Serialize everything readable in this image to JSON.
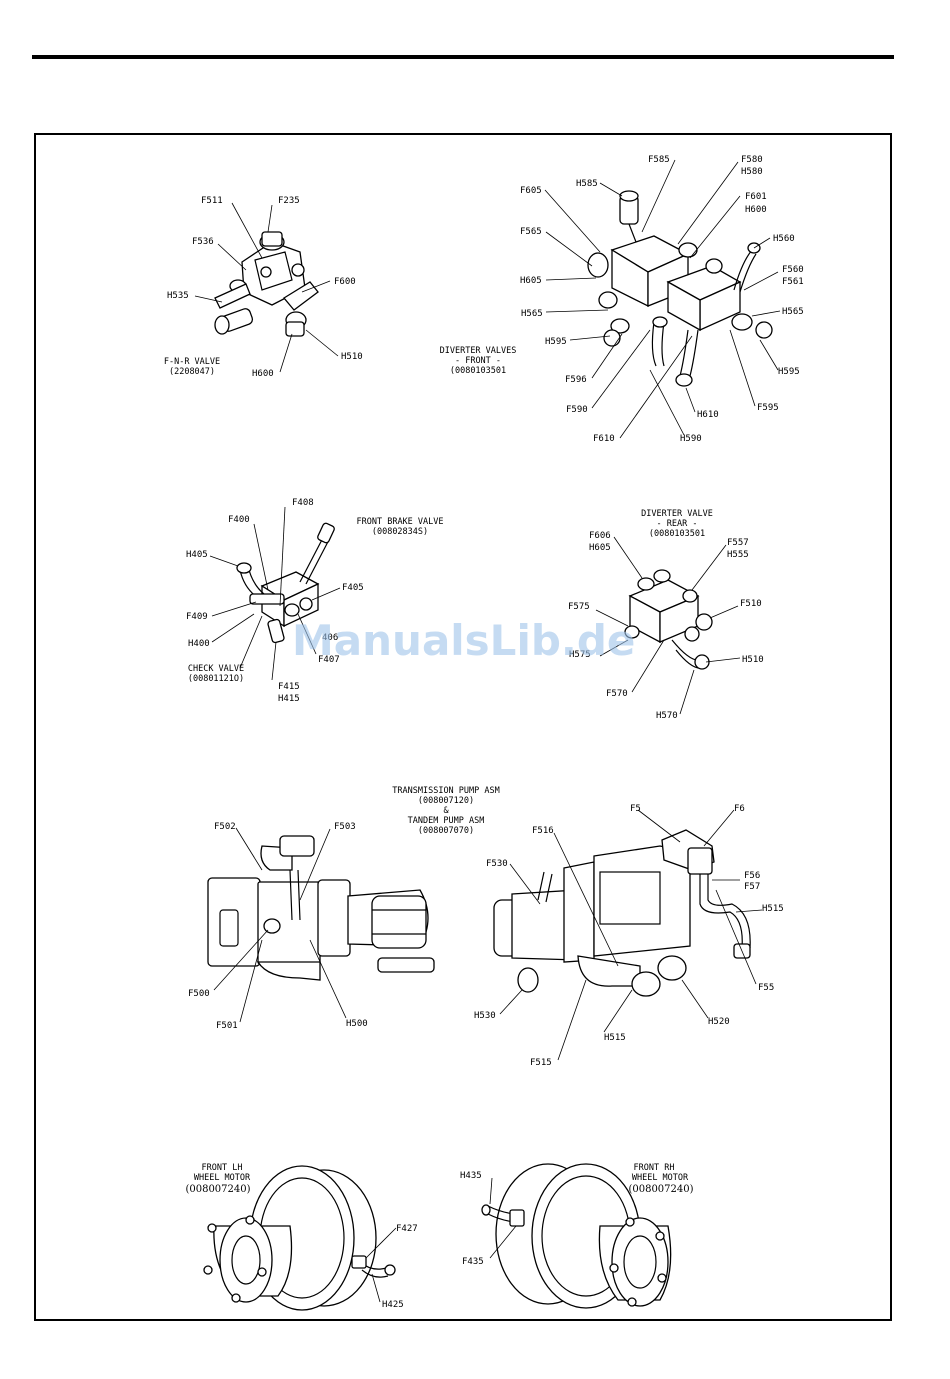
{
  "watermark": "ManualsLib.de",
  "titles": {
    "fnr_valve": [
      "F-N-R VALVE",
      "(2208047)"
    ],
    "diverter_front": [
      "DIVERTER VALVES",
      "- FRONT -",
      "(0080103501"
    ],
    "front_brake": [
      "FRONT BRAKE VALVE",
      "(00802834S)"
    ],
    "diverter_rear": [
      "DIVERTER VALVE",
      "- REAR -",
      "(0080103501"
    ],
    "check_valve": [
      "CHECK VALVE",
      "(00801121O)"
    ],
    "pump": [
      "TRANSMISSION PUMP ASM",
      "(008007120)",
      "&",
      "TANDEM PUMP ASM",
      "(008007070)"
    ],
    "wheel_lh": [
      "FRONT LH",
      "WHEEL MOTOR",
      "(008007240)"
    ],
    "wheel_rh": [
      "FRONT RH",
      "WHEEL MOTOR",
      "(008007240)"
    ]
  },
  "labels": {
    "fnr": [
      "F511",
      "F235",
      "F536",
      "F600",
      "H535",
      "H510",
      "H600"
    ],
    "diverter_front": [
      "F585",
      "F580",
      "H580",
      "H585",
      "F605",
      "F601",
      "H600",
      "F565",
      "H560",
      "F560",
      "F561",
      "H605",
      "H565",
      "H565",
      "H595",
      "H595",
      "F596",
      "F590",
      "F595",
      "H610",
      "F610",
      "H590"
    ],
    "brake": [
      "F408",
      "F400",
      "H405",
      "F405",
      "F409",
      "H400",
      "406",
      "F407",
      "F415",
      "H415"
    ],
    "diverter_rear": [
      "F606",
      "H605",
      "F557",
      "H555",
      "F575",
      "F510",
      "H575",
      "H510",
      "F570",
      "H570"
    ],
    "pump_left": [
      "F502",
      "F503",
      "F500",
      "F501",
      "H500"
    ],
    "pump_right": [
      "F5",
      "F6",
      "F516",
      "F530",
      "F56",
      "F57",
      "H515",
      "F55",
      "H530",
      "H515",
      "H520",
      "F515"
    ],
    "wheel_lh": [
      "F427",
      "H425"
    ],
    "wheel_rh": [
      "H435",
      "F435"
    ]
  }
}
